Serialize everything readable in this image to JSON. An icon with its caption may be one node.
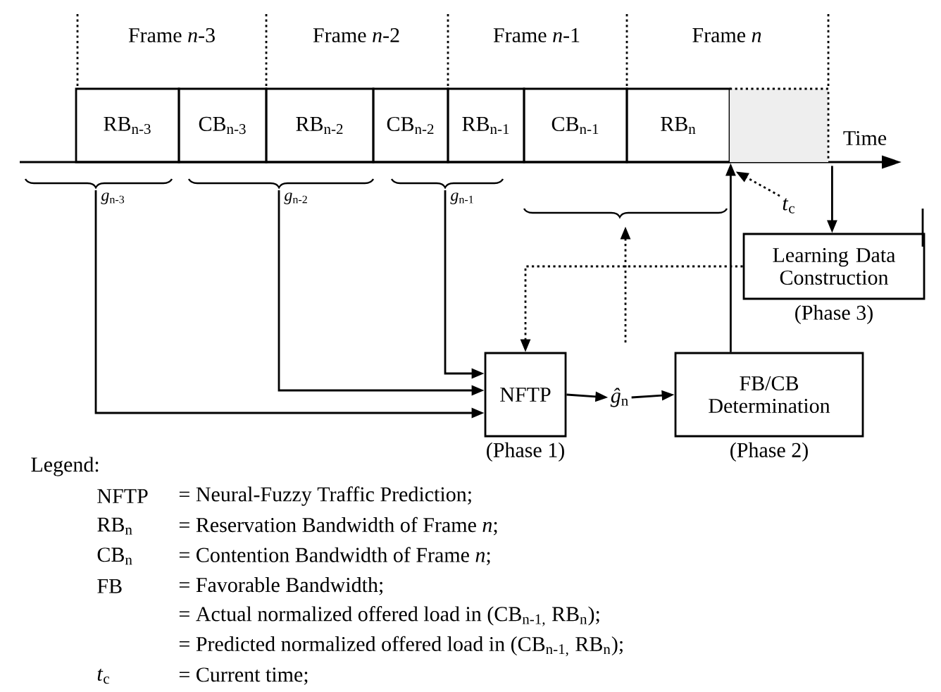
{
  "diagram": {
    "nodes": [
      {
        "text": [
          "RB$_{n-3}$"
        ]
      },
      {
        "text": [
          "CB$_{n-3}$"
        ]
      },
      {
        "text": [
          "RB$_{n-2}$"
        ]
      },
      {
        "text": [
          "CB$_{n-2}$"
        ]
      },
      {
        "text": [
          "RB$_{n-1}$"
        ]
      },
      {
        "text": [
          "CB$_{n-1}$"
        ]
      },
      {
        "text": [
          "RB$_{n}$"
        ]
      },
      {
        "text": [],
        "shape": "box"
      },
      {
        "text": [
          "*g*$_{n-3}$"
        ]
      },
      {
        "text": [
          "*g*$_{n-2}$"
        ]
      },
      {
        "text": [
          "*g*$_{n-1}$"
        ]
      },
      {
        "text": [],
        "shape": "brace"
      },
      {
        "text": [
          "*t*$_{c}$"
        ]
      },
      {
        "text": [
          "Learning Data Construction"
        ],
        "beside": [
          "(Phase 3)"
        ]
      },
      {
        "text": [
          "NFTP"
        ],
        "beside": [
          "(Phase 1)"
        ]
      },
      {
        "text": [
          "*ĝ*$_{n}$"
        ]
      },
      {
        "text": [
          "FB/CB Determination"
        ],
        "beside": [
          "(Phase 2)"
        ]
      }
    ],
    "edges": [
      {
        "from": 8,
        "to": 14,
        "arrow": "to"
      },
      {
        "from": 9,
        "to": 14,
        "arrow": "to"
      },
      {
        "from": 10,
        "to": 14,
        "arrow": "to"
      },
      {
        "from": 14,
        "to": 15,
        "arrow": "to"
      },
      {
        "from": 15,
        "to": 16,
        "arrow": "to"
      },
      {
        "from": 16,
        "to": 6,
        "arrow": "to"
      },
      {
        "from": 13,
        "to": 14,
        "arrow": "to",
        "style": "dashed"
      },
      {
        "from": 7,
        "to": 13,
        "arrow": "to"
      },
      {
        "from": null,
        "to": 11,
        "arrow": "to",
        "style": "dashed"
      },
      {
        "from": 12,
        "to": 7,
        "arrow": "to",
        "style": "dashed"
      }
    ],
    "labels": [
      "Frame *n*-3",
      "Frame *n*-2",
      "Frame *n*-1",
      "Frame *n*",
      "Time",
      "Legend:",
      "NFTP",
      "= Neural-Fuzzy Traffic Prediction;",
      "RB$_{n}$",
      "= Reservation Bandwidth of Frame *n*;",
      "CB$_{n}$",
      "= Contention Bandwidth of Frame *n*;",
      "FB",
      "= Favorable Bandwidth;",
      "= Actual normalized offered load in (CB$_{n-1,}$ RB$_{n}$);",
      "= Predicted normalized offered load in (CB$_{n-1,}$ RB$_{n}$);",
      "*t*$_{c}$",
      "= Current time;"
    ]
  }
}
